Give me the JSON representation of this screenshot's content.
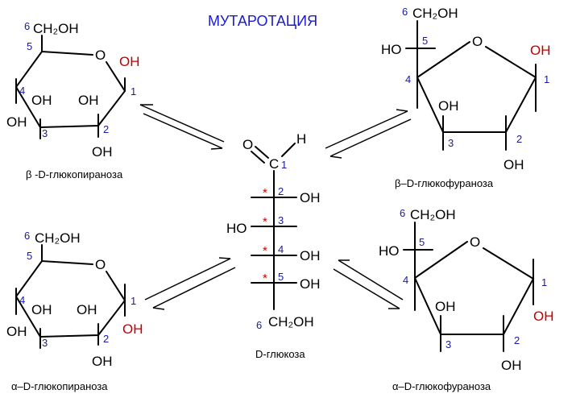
{
  "title": "МУТАРОТАЦИЯ",
  "open_chain": {
    "caption": "D-глюкоза",
    "top": {
      "O": "O",
      "C": "C",
      "H": "H",
      "num": "1"
    },
    "rows": [
      {
        "num": "2",
        "left": "",
        "right": "OH",
        "star": "*"
      },
      {
        "num": "3",
        "left": "HO",
        "right": "",
        "star": "*"
      },
      {
        "num": "4",
        "left": "",
        "right": "OH",
        "star": "*"
      },
      {
        "num": "5",
        "left": "",
        "right": "OH",
        "star": "*"
      }
    ],
    "bottom": {
      "num": "6",
      "group": "CH₂OH"
    }
  },
  "beta_pyranose": {
    "caption": "β -D-глюкопираноза",
    "ch2oh": "CH₂OH",
    "ring_o": "O",
    "anomeric_oh": "OH",
    "oh2": "OH",
    "oh3": "OH",
    "oh4": "OH",
    "n1": "1",
    "n2": "2",
    "n3": "3",
    "n4": "4",
    "n5": "5",
    "n6": "6"
  },
  "alpha_pyranose": {
    "caption": "α–D-глюкопираноза",
    "ch2oh": "CH₂OH",
    "ring_o": "O",
    "anomeric_oh": "OH",
    "oh2": "OH",
    "oh3": "OH",
    "oh4": "OH",
    "n1": "1",
    "n2": "2",
    "n3": "3",
    "n4": "4",
    "n5": "5",
    "n6": "6"
  },
  "beta_furanose": {
    "caption": "β–D-глюкофураноза",
    "ch2oh": "CH₂OH",
    "ho5": "HO",
    "ring_o": "O",
    "anomeric_oh": "OH",
    "oh2": "OH",
    "oh3": "OH",
    "n1": "1",
    "n2": "2",
    "n3": "3",
    "n4": "4",
    "n5": "5",
    "n6": "6"
  },
  "alpha_furanose": {
    "caption": "α–D-глюкофураноза",
    "ch2oh": "CH₂OH",
    "ho5": "HO",
    "ring_o": "O",
    "anomeric_oh": "OH",
    "oh2": "OH",
    "oh3": "OH",
    "n1": "1",
    "n2": "2",
    "n3": "3",
    "n4": "4",
    "n5": "5",
    "n6": "6"
  },
  "colors": {
    "text": "#000000",
    "numbers": "#1a1aa0",
    "anomeric_oh": "#c00000",
    "title": "#1a1ad0",
    "stars": "#d00000"
  }
}
